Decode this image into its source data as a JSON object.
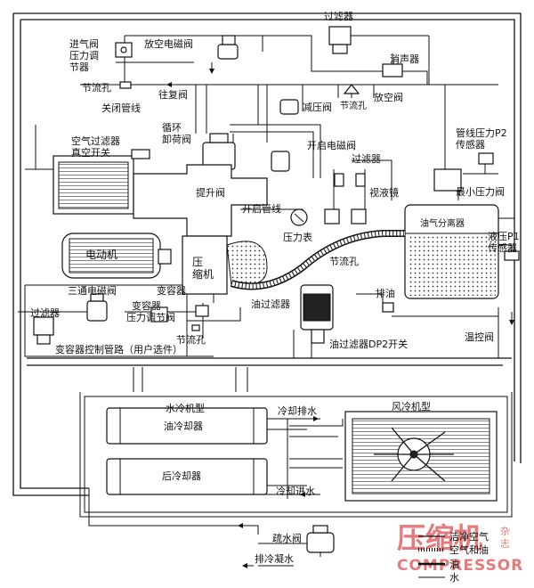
{
  "diagram": {
    "labels": {
      "filter_top": "过滤器",
      "intake_valve_regulator": [
        "进气阀",
        "压力调",
        "节器"
      ],
      "vent_solenoid": "放空电磁阀",
      "muffler": "消声器",
      "orifice_left": "节流孔",
      "vent_valve": "放空阀",
      "reciprocating_valve": "往复阀",
      "shutoff_line": "关闭管线",
      "pressure_reducing_valve": "减压阀",
      "orifice_mid": "节流孔",
      "circulation_unload_valve": [
        "循环",
        "卸荷阀"
      ],
      "line_pressure_sensor": [
        "管线压力P2",
        "传感器"
      ],
      "air_filter_vacuum_switch": [
        "空气过滤器",
        "真空开关"
      ],
      "open_solenoid_valve": "开启电磁阀",
      "filter_mid": "过滤器",
      "sight_glass": "视液镜",
      "min_pressure_valve": "最小压力阀",
      "lift_valve": "提升阀",
      "open_line": "开启管线",
      "oil_gas_separator": "油气分离器",
      "pressure_gauge": "压力表",
      "hydraulic_sensor": [
        "液压P1",
        "传感器"
      ],
      "motor": "电动机",
      "compressor": [
        "压",
        "缩机"
      ],
      "orifice_right": "节流孔",
      "drain_oil": "排油",
      "three_way_solenoid": "三通电磁阀",
      "capacity_valve_1": "变容器",
      "capacity_valve_2": "变容器",
      "pressure_regulating_valve": "压力调节阀",
      "oil_filter": "油过滤器",
      "filter_left": "过滤器",
      "orifice_bottom": "节流孔",
      "capacity_control_line": "变容器控制管路（用户选件）",
      "oil_filter_dp2_switch": "油过滤器DP2开关",
      "thermostatic_valve": "温控阀",
      "water_cooled": "水冷机型",
      "air_cooled": "风冷机型",
      "cooling_water_out": "冷却排水",
      "oil_cooler": "油冷却器",
      "after_cooler": "后冷却器",
      "cooling_water_in": "冷却进水",
      "drain_valve": "疏水阀",
      "condensate_drain": "排冷凝水"
    },
    "legend": [
      {
        "label": "洁净空气"
      },
      {
        "label": "空气和油"
      },
      {
        "label": "油"
      },
      {
        "label": "水"
      }
    ],
    "watermark": {
      "title": "压缩机",
      "side": [
        "杂",
        "志"
      ],
      "brand": "COMPRESSOR",
      "color": "#e05a5a"
    }
  }
}
